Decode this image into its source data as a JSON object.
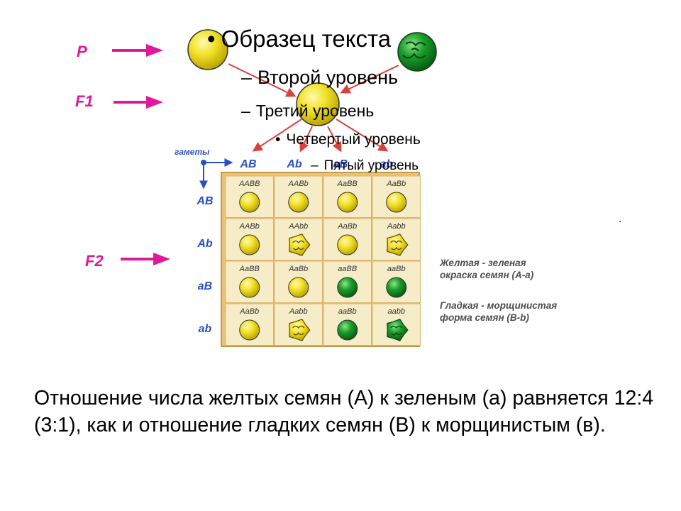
{
  "colors": {
    "yellow": "#f2e22a",
    "green": "#1a9e2a",
    "arrow_magenta": "#e0199a",
    "arrow_red": "#d9413a",
    "gamete_blue": "#2a4fc4",
    "grid_frame": "#e9c27a",
    "grid_cell": "#f6ecc8"
  },
  "diagram": {
    "generations": {
      "p": "P",
      "f1": "F1",
      "f2": "F2"
    },
    "gametes_label": "гаметы",
    "gametes_top": [
      "AB",
      "Ab",
      "aB",
      "ab"
    ],
    "gametes_side": [
      "AB",
      "Ab",
      "aB",
      "ab"
    ],
    "punnett": [
      [
        {
          "genotype": "AABB",
          "seed": "yellow-round"
        },
        {
          "genotype": "AABb",
          "seed": "yellow-round"
        },
        {
          "genotype": "AaBB",
          "seed": "yellow-round"
        },
        {
          "genotype": "AaBb",
          "seed": "yellow-round"
        }
      ],
      [
        {
          "genotype": "AABb",
          "seed": "yellow-round"
        },
        {
          "genotype": "AAbb",
          "seed": "yellow-wrinkled"
        },
        {
          "genotype": "AaBb",
          "seed": "yellow-round"
        },
        {
          "genotype": "Aabb",
          "seed": "yellow-wrinkled"
        }
      ],
      [
        {
          "genotype": "AaBB",
          "seed": "yellow-round"
        },
        {
          "genotype": "AaBb",
          "seed": "yellow-round"
        },
        {
          "genotype": "aaBB",
          "seed": "green-round"
        },
        {
          "genotype": "aaBb",
          "seed": "green-round"
        }
      ],
      [
        {
          "genotype": "AaBb",
          "seed": "yellow-round"
        },
        {
          "genotype": "Aabb",
          "seed": "yellow-wrinkled"
        },
        {
          "genotype": "aaBb",
          "seed": "green-round"
        },
        {
          "genotype": "aabb",
          "seed": "green-wrinkled"
        }
      ]
    ],
    "legend": [
      "Желтая - зеленая",
      "окраска семян (А-а)",
      "Гладкая - морщинистая",
      "форма семян (В-b)"
    ]
  },
  "outline": {
    "level1": "Образец текста",
    "level2": "Второй уровень",
    "level3": "Третий уровень",
    "level4": "Четвертый уровень",
    "level5": "Пятый уровень",
    "bullet_round": "•",
    "bullet_dash": "–"
  },
  "stray_dot": ".",
  "summary": "Отношение числа желтых семян (А) к зеленым (а) равняется 12:4 (3:1), как и отношение гладких семян (В) к морщинистым (в)."
}
